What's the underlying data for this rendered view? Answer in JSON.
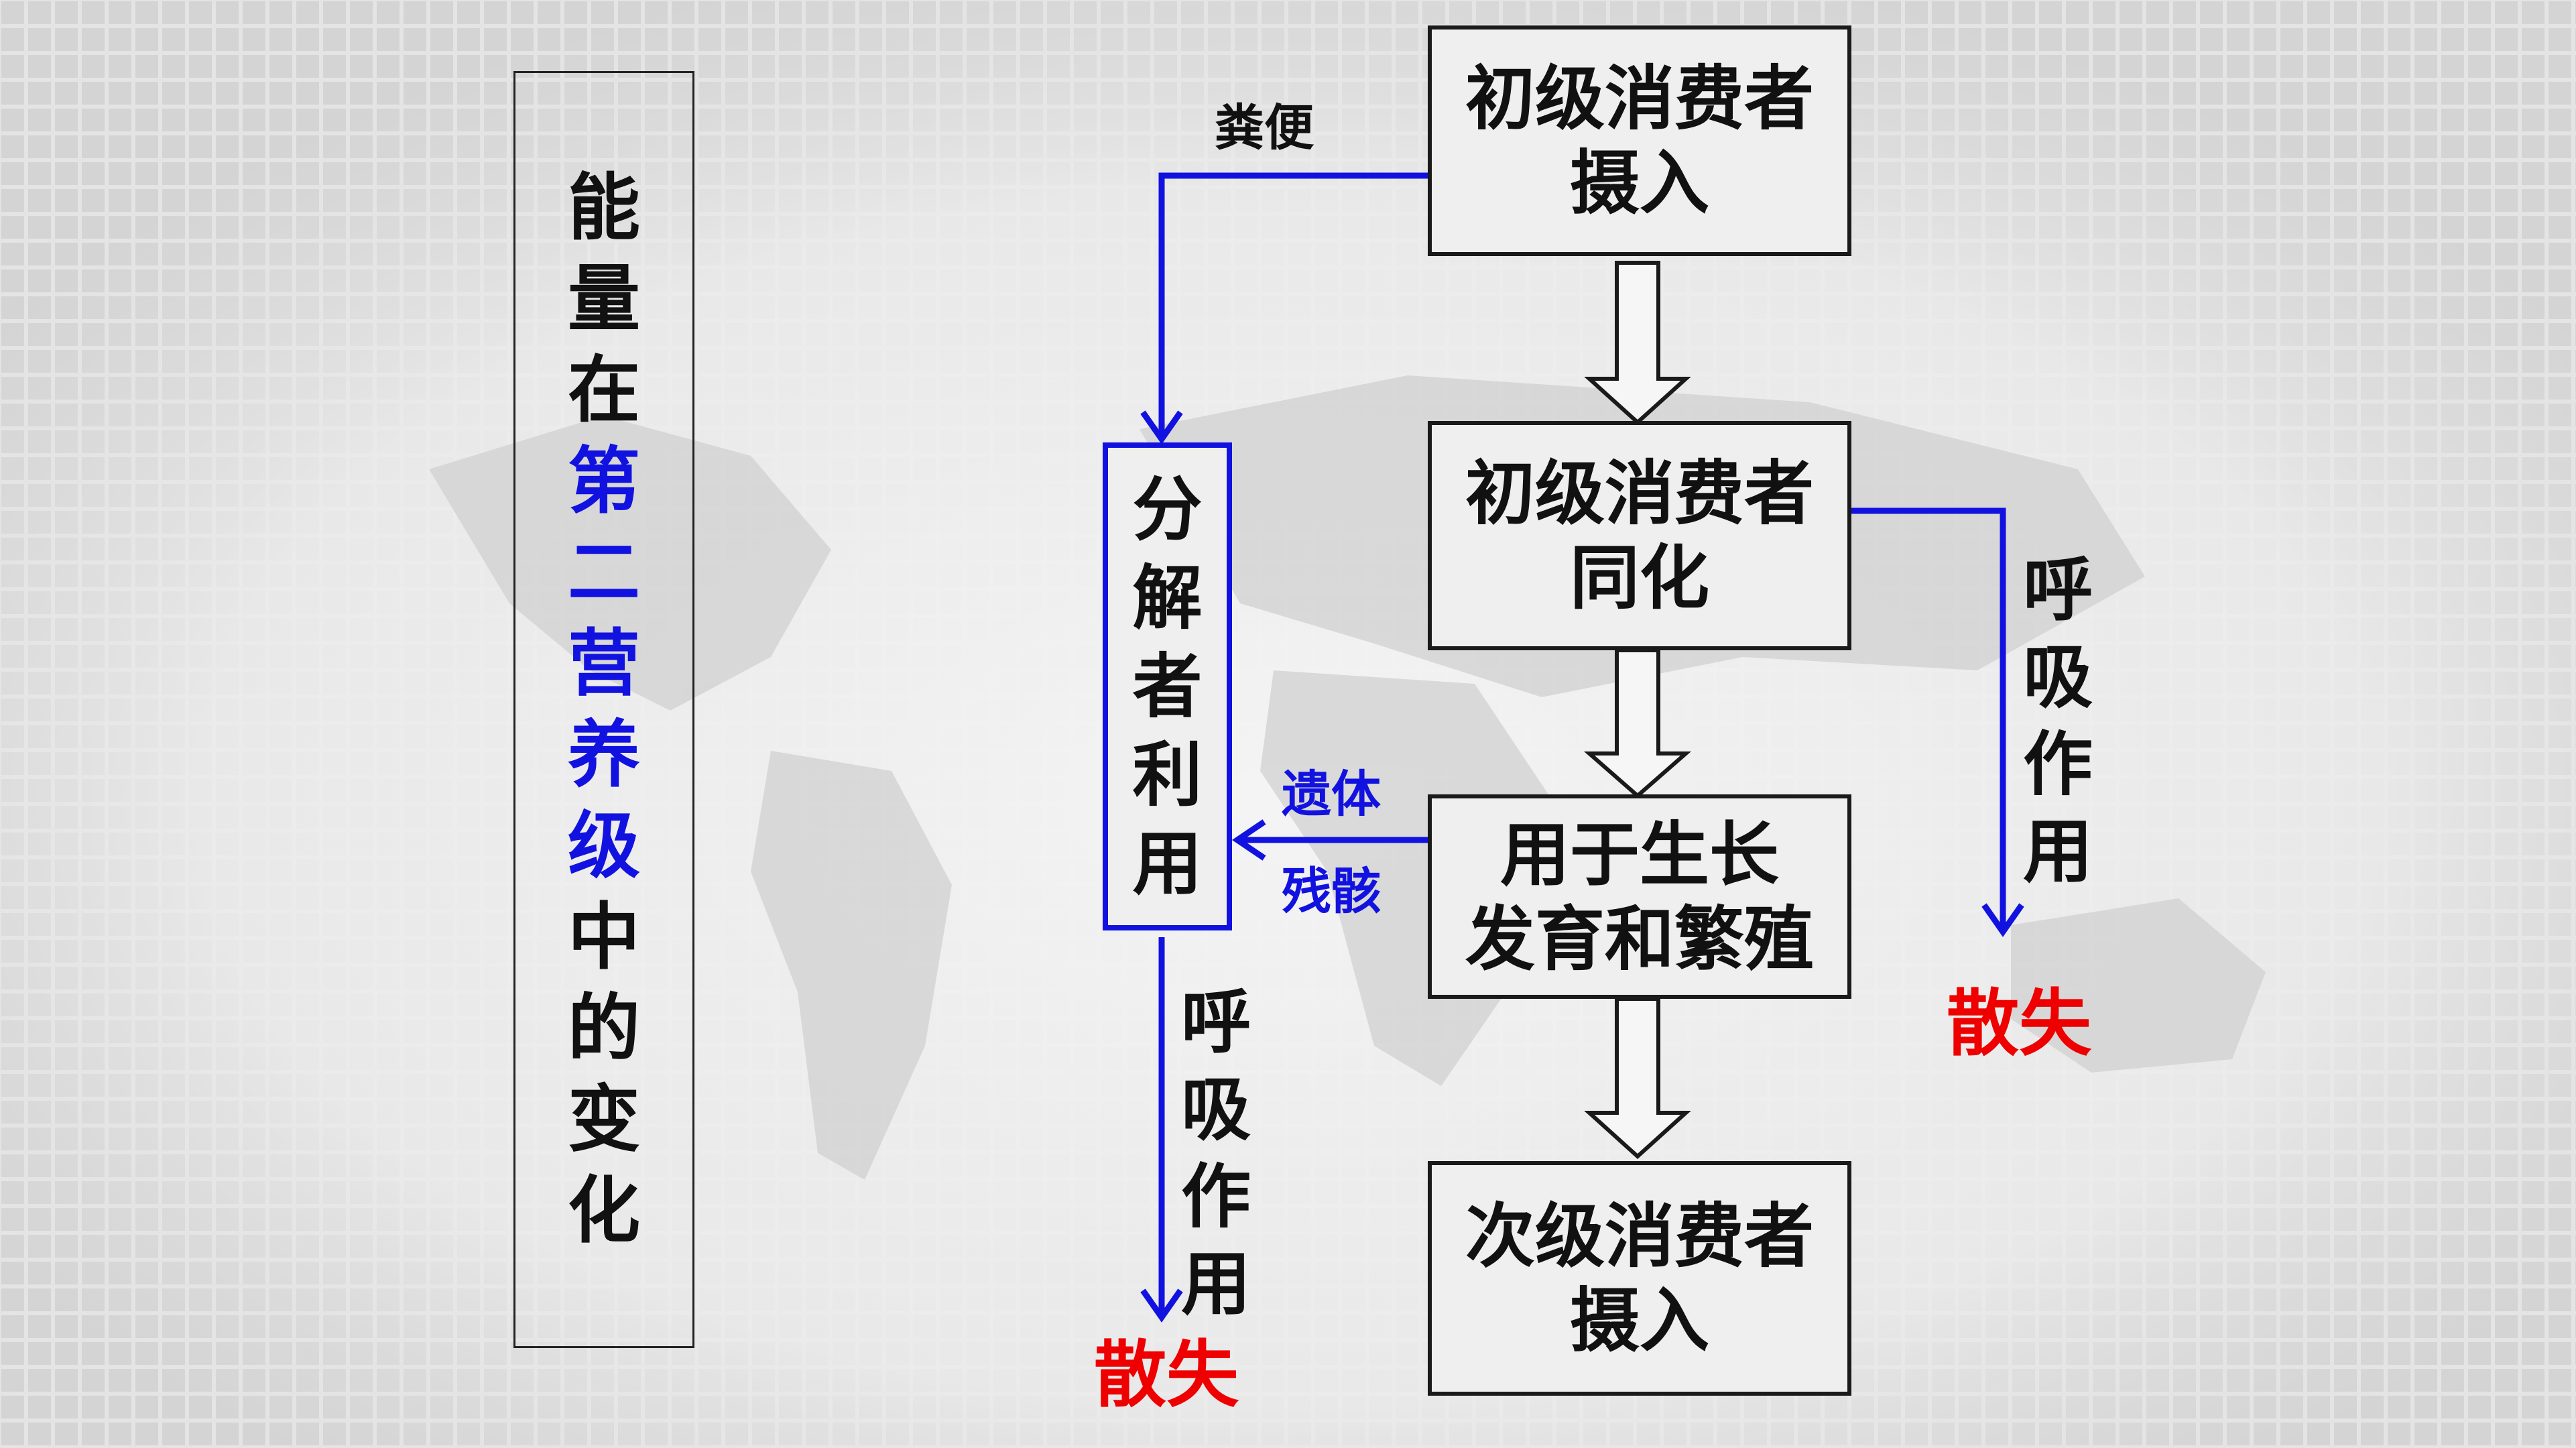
{
  "title_chars": [
    "能",
    "量",
    "在",
    "第",
    "二",
    "营",
    "养",
    "级",
    "中",
    "的",
    "变",
    "化"
  ],
  "title_highlight_range": [
    3,
    7
  ],
  "colors": {
    "highlight": "#1212e0",
    "flow_blue": "#1212e0",
    "dissipate_red": "#ee0000",
    "text": "#111111"
  },
  "boxes": {
    "intake": [
      "初级消费者",
      "摄入"
    ],
    "assimilation": [
      "初级消费者",
      "同化"
    ],
    "growth": [
      "用于生长",
      "发育和繁殖"
    ],
    "next_intake": [
      "次级消费者",
      "摄入"
    ]
  },
  "decomposer_chars": [
    "分",
    "解",
    "者",
    "利",
    "用"
  ],
  "labels": {
    "feces": "粪便",
    "remains_1": "遗体",
    "remains_2": "残骸",
    "respiration_chars": [
      "呼",
      "吸",
      "作",
      "用"
    ],
    "dissipate": "散失"
  }
}
